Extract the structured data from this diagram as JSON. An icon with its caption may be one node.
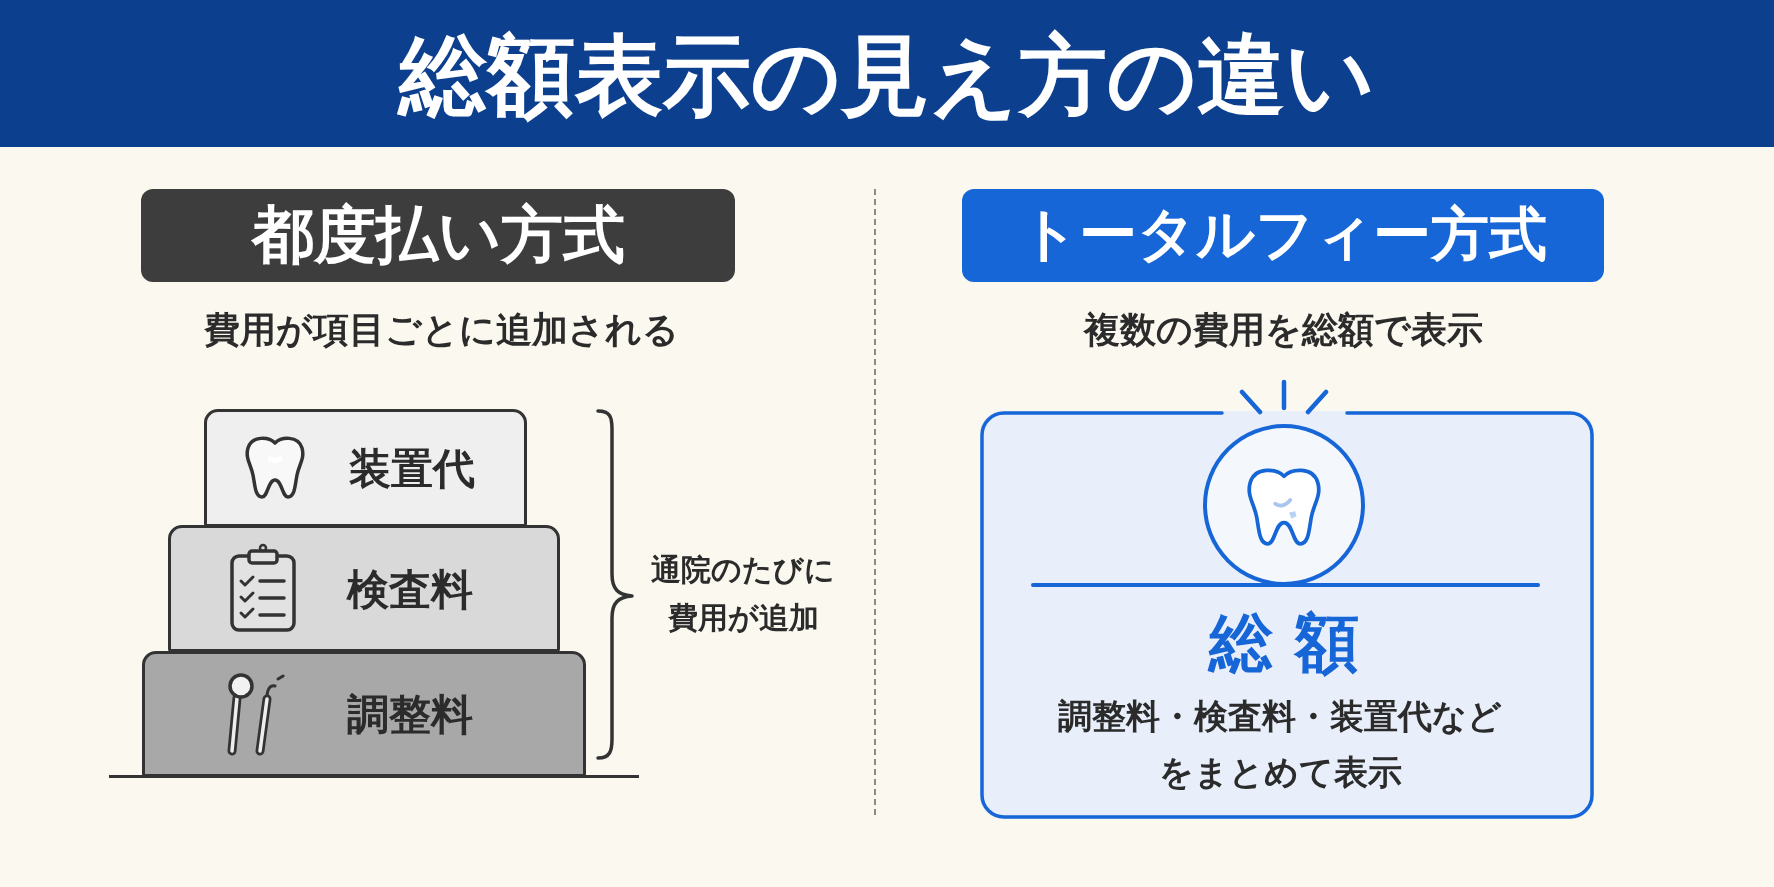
{
  "diagram": {
    "title": "総額表示の見え方の違い",
    "nodes": [
      {
        "text": [
          "都度払い方式"
        ]
      },
      {
        "text": [
          "装置代"
        ]
      },
      {
        "text": [
          "検査料"
        ]
      },
      {
        "text": [
          "調整料"
        ]
      },
      {
        "text": [
          "トータルフィー方式"
        ]
      },
      {
        "text": [
          "総 額",
          "調整料・検査料・装置代などをまとめて表示"
        ]
      }
    ],
    "labels": [
      "費用が項目ごとに追加される",
      "通院のたびに費用が追加",
      "複数の費用を総額で表示"
    ]
  }
}
